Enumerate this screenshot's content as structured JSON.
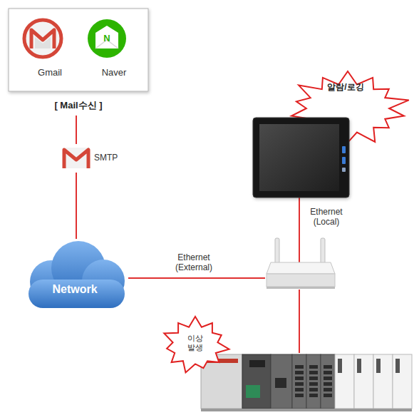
{
  "diagram": {
    "nodes": [
      {
        "text": [
          "Gmail",
          "Naver",
          "[ Mail수신 ]"
        ]
      },
      {
        "text": [
          "알람/로깅"
        ]
      },
      {
        "text": [
          "SMTP"
        ]
      },
      {
        "text": [
          "Network"
        ]
      },
      {
        "text": []
      },
      {
        "text": [
          "이상 발생"
        ]
      }
    ],
    "edges": [
      {
        "from": 0,
        "to": 2,
        "arrow": "none"
      },
      {
        "from": 2,
        "to": 3,
        "arrow": "none"
      },
      {
        "from": 1,
        "to": 4,
        "label": "Ethernet (Local)",
        "arrow": "none"
      },
      {
        "from": 3,
        "to": 4,
        "label": "Ethernet (External)",
        "arrow": "none"
      },
      {
        "from": 4,
        "to": 5,
        "arrow": "none"
      }
    ],
    "labels": [
      "N"
    ]
  }
}
